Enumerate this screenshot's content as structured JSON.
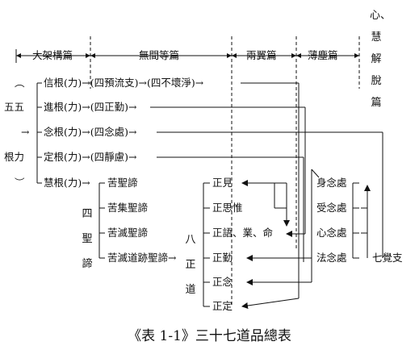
{
  "header": {
    "labels": [
      "大架構篇",
      "無間等篇",
      "兩翼篇",
      "薄塵篇"
    ],
    "right_vertical": "心、慧解脫篇"
  },
  "left": {
    "group_top": "五五",
    "group_bottom": "根力",
    "arc_mid": "→"
  },
  "roots": [
    "信根(力)→(四預流支)→(四不壞淨)→",
    "進根(力)→(四正勤)→",
    "念根(力)→(四念處)→",
    "定根(力)→(四靜慮)→",
    "慧根(力)→"
  ],
  "truths": {
    "vertical_label": "四聖諦",
    "items": [
      "苦聖諦",
      "苦集聖諦",
      "苦滅聖諦",
      "苦滅道跡聖諦→"
    ]
  },
  "path": {
    "vertical_label": "八正道",
    "items": [
      "正見",
      "正思惟",
      "正語、業、命",
      "正勤",
      "正念",
      "正定"
    ]
  },
  "mindfulness": {
    "items": [
      "身念處",
      "受念處",
      "心念處",
      "法念處"
    ]
  },
  "awakening": "七覺支",
  "caption": "《表 1-1》三十七道品總表"
}
